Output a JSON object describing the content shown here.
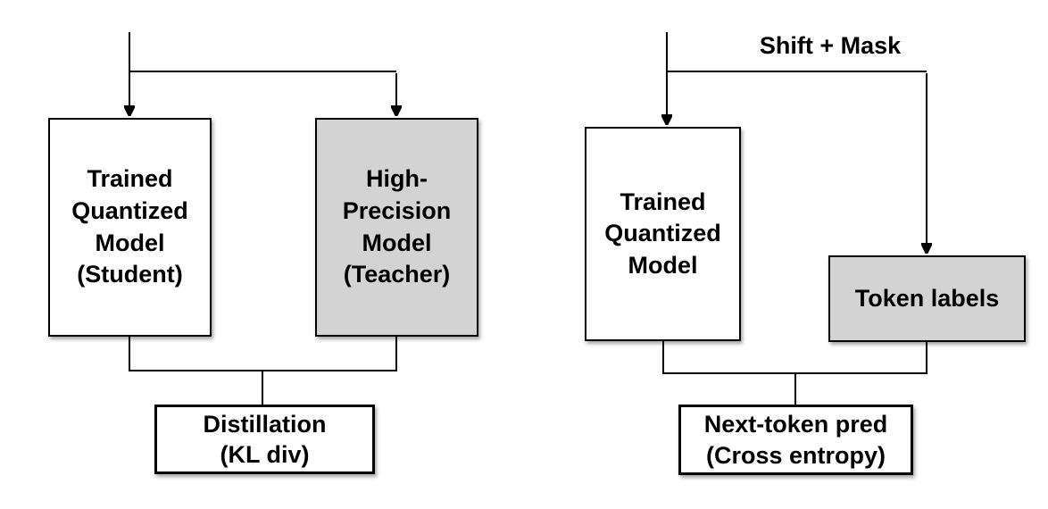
{
  "colors": {
    "background": "#ffffff",
    "node_fill": "#ffffff",
    "highlight_fill": "#d3d3d3",
    "line": "#000000",
    "text": "#000000"
  },
  "left_diagram": {
    "student_label": "Trained\nQuantized\nModel\n(Student)",
    "teacher_label": "High-\nPrecision\nModel\n(Teacher)",
    "loss_label": "Distillation\n(KL div)"
  },
  "right_diagram": {
    "edge_label": "Shift + Mask",
    "model_label": "Trained\nQuantized\nModel",
    "token_label": "Token labels",
    "loss_label": "Next-token pred\n(Cross entropy)"
  }
}
